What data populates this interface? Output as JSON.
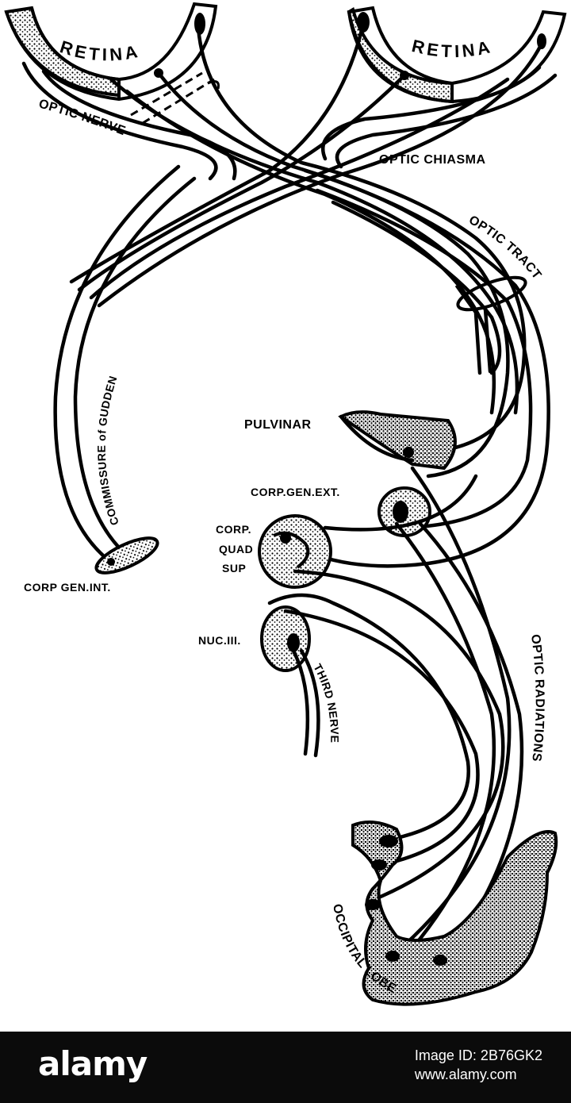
{
  "diagram": {
    "labels": {
      "retina_left": "RETINA",
      "retina_right": "RETINA",
      "optic_nerve": "OPTIC NERVE",
      "optic_chiasma": "OPTIC CHIASMA",
      "optic_tract": "OPTIC TRACT",
      "commissure_of_gudden": "COMMISSURE of GUDDEN",
      "pulvinar": "PULVINAR",
      "corp_gen_ext": "CORP.GEN.EXT.",
      "corp": "CORP.",
      "quad": "QUAD",
      "sup": "SUP",
      "corp_gen_int": "CORP GEN.INT.",
      "nuc_iii": "NUC.III.",
      "third_nerve": "THIRD NERVE",
      "optic_radiations": "OPTIC RADIATIONS",
      "occipital_lobe": "OCCIPITAL LOBE"
    }
  },
  "footer": {
    "logo": "alamy",
    "image_id": "Image ID: 2B76GK2",
    "url": "www.alamy.com"
  }
}
